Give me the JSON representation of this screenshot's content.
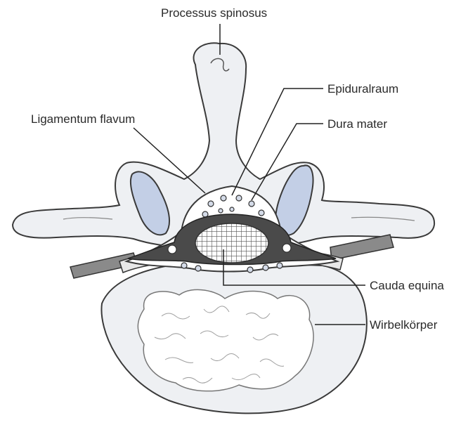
{
  "labels": {
    "processus_spinosus": "Processus spinosus",
    "epiduralraum": "Epiduralraum",
    "ligamentum_flavum": "Ligamentum flavum",
    "dura_mater": "Dura mater",
    "cauda_equina": "Cauda equina",
    "wirbelkoerper": "Wirbelkörper"
  },
  "colors": {
    "bone": "#eef0f3",
    "bone_outline": "#3a3a3a",
    "cartilage": "#c3cfe6",
    "dura": "#4a4a4a",
    "leader_line": "#222222",
    "text": "#2a2a2a"
  }
}
